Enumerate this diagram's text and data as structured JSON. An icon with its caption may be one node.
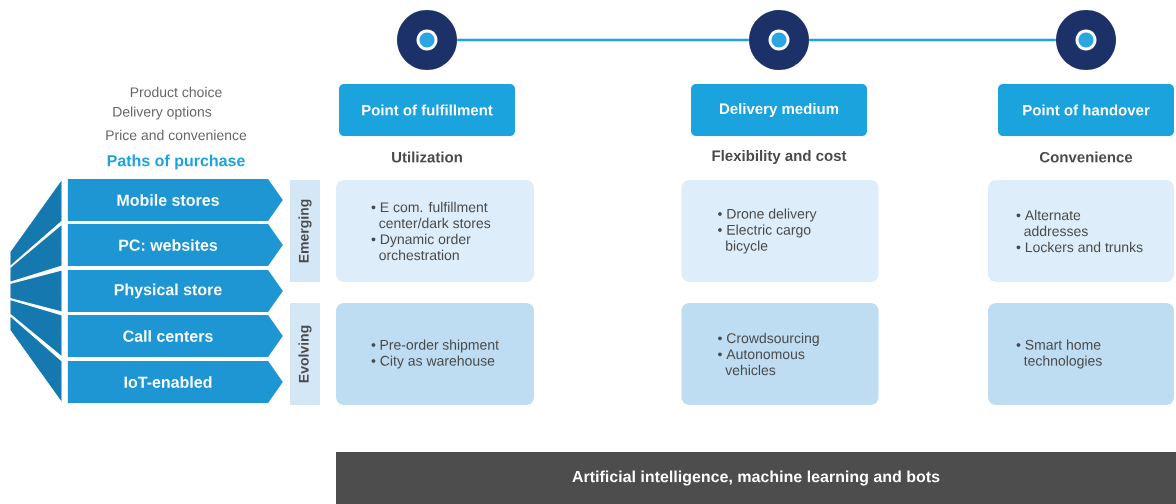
{
  "diagram": {
    "nodes": [
      {
        "text": [],
        "shape": "circle"
      },
      {
        "text": [],
        "shape": "circle"
      },
      {
        "text": [],
        "shape": "circle"
      },
      {
        "text": [
          "Point of fulfillment"
        ],
        "beside": [
          "Utilization"
        ]
      },
      {
        "text": [
          "Delivery medium"
        ],
        "beside": [
          "Flexibility and cost"
        ]
      },
      {
        "text": [
          "Point of handover"
        ],
        "beside": [
          "Convenience"
        ]
      },
      {
        "text": [
          "Mobile stores"
        ]
      },
      {
        "text": [
          "PC: websites"
        ]
      },
      {
        "text": [
          "Physical store"
        ]
      },
      {
        "text": [
          "Call centers"
        ]
      },
      {
        "text": [
          "IoT-enabled"
        ]
      },
      {
        "text": [
          "Emerging"
        ]
      },
      {
        "text": [
          "• E com. fulfillment center/dark stores",
          "• Dynamic order orchestration"
        ]
      },
      {
        "text": [
          "• Drone delivery",
          "• Electric cargo bicycle"
        ]
      },
      {
        "text": [
          "• Alternate addresses",
          "• Lockers and trunks"
        ]
      },
      {
        "text": [
          "Evolving"
        ]
      },
      {
        "text": [
          "• Pre-order shipment",
          "• City as warehouse"
        ]
      },
      {
        "text": [
          "• Crowdsourcing",
          "• Autonomous vehicles"
        ]
      },
      {
        "text": [
          "• Smart home technologies"
        ]
      },
      {
        "text": [
          "Artificial intelligence, machine learning and bots"
        ]
      }
    ],
    "edges": [
      {
        "from": 0,
        "to": 1,
        "arrow": "none"
      },
      {
        "from": 1,
        "to": 2,
        "arrow": "none"
      }
    ],
    "labels": [
      "Product choice",
      "Delivery options",
      "Price and convenience",
      "Paths of purchase"
    ]
  }
}
